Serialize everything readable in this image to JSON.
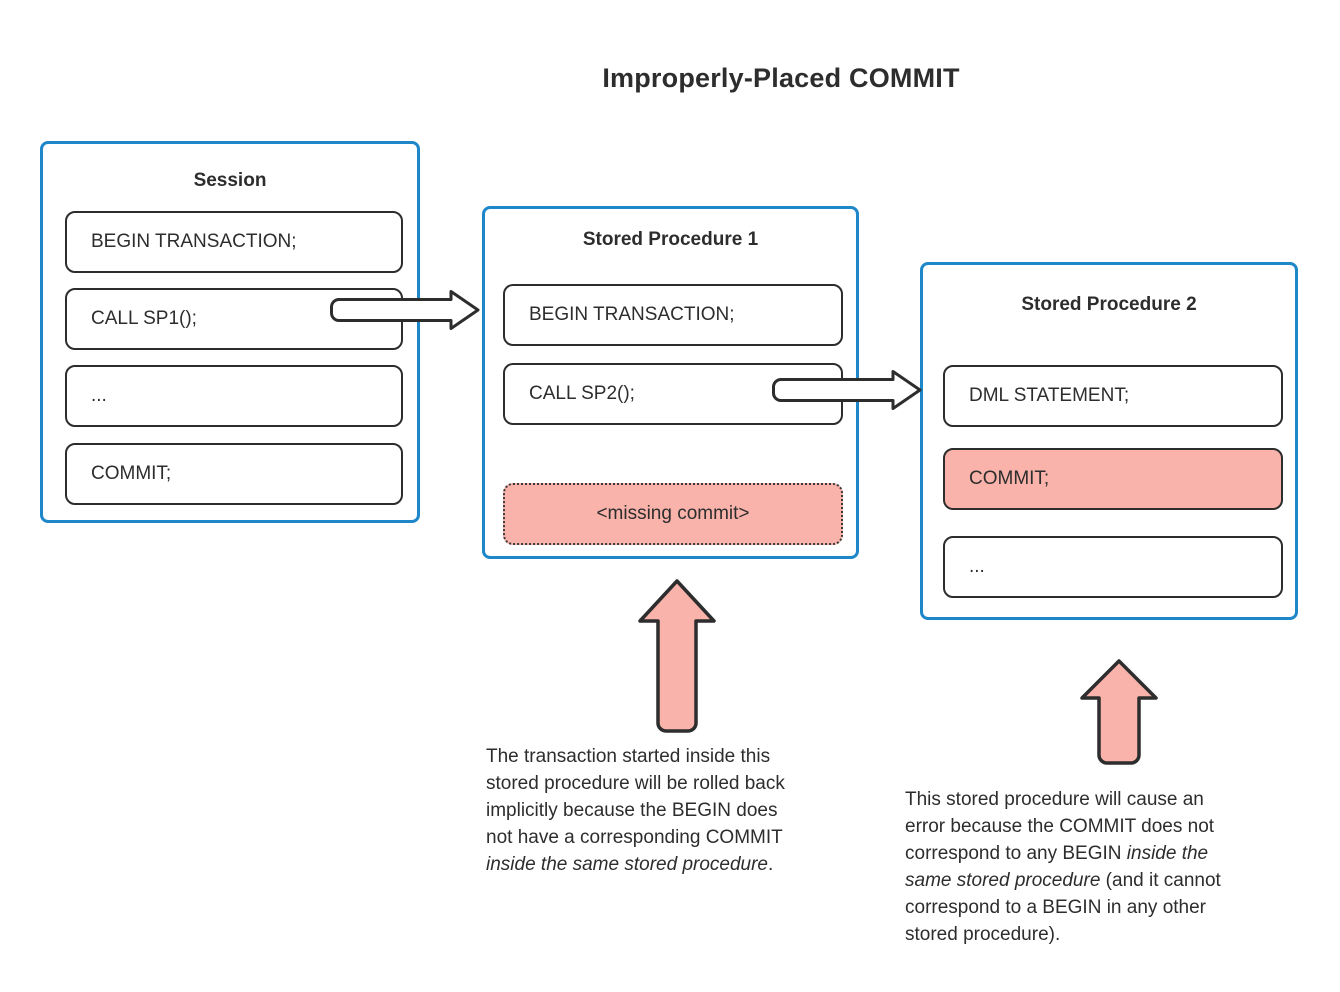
{
  "title": "Improperly-Placed COMMIT",
  "session": {
    "title": "Session",
    "rows": [
      "BEGIN TRANSACTION;",
      "CALL SP1();",
      "...",
      "COMMIT;"
    ]
  },
  "sp1": {
    "title": "Stored Procedure 1",
    "rows": [
      "BEGIN TRANSACTION;",
      "CALL SP2();"
    ],
    "missing_row": "<missing commit>"
  },
  "sp2": {
    "title": "Stored Procedure 2",
    "rows": [
      "DML STATEMENT;",
      "COMMIT;",
      "..."
    ]
  },
  "notes": {
    "left": {
      "line1": "The transaction started inside this",
      "line2": "stored procedure will be rolled back",
      "line3": "implicitly because the BEGIN does",
      "line4": "not have a corresponding COMMIT",
      "line5_italic": "inside the same stored procedure",
      "line5_suffix": "."
    },
    "right": {
      "line1": "This stored procedure will cause an",
      "line2": "error because the COMMIT does not",
      "line3_normal": "correspond to any BEGIN ",
      "line3_italic": "inside the",
      "line4_italic": "same stored procedure",
      "line4_normal": " (and it cannot",
      "line5": "correspond to a BEGIN in any other",
      "line6": "stored procedure)."
    }
  },
  "colors": {
    "accent_blue": "#1e87c9",
    "error_pink": "#f9b3aa",
    "stroke_dark": "#2d2d2d"
  }
}
